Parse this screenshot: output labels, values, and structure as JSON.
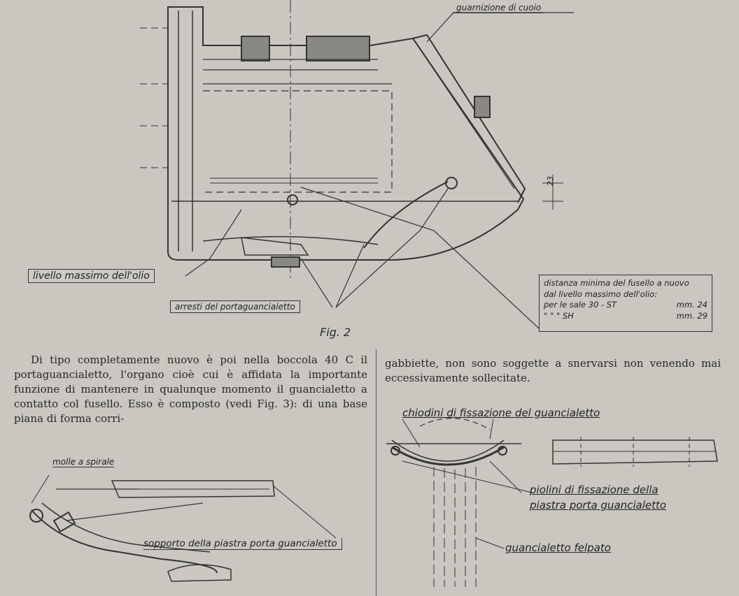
{
  "figure_caption": "Fig. 2",
  "labels": {
    "leather_gasket": "guarnizione di cuoio",
    "max_oil_level": "livello massimo dell'olio",
    "pad_holder_stops": "arresti del portaguancialetto",
    "dimension_23": "23",
    "spiral_springs": "molle a spirale",
    "plate_support": "sopporto della piastra porta guancialetto",
    "pad_fixing_rivets": "chiodini di fissazione del guancialetto",
    "plate_fixing_pins_line1": "piolini di fissazione della",
    "plate_fixing_pins_line2": "piastra porta guancialetto",
    "felt_pad": "guancialetto felpato"
  },
  "note_box": {
    "line1": "distanza minima del fusello a nuovo",
    "line2": "dal livello massimo dell'olio:",
    "row1_left": "per le sale 30 - ST",
    "row1_right": "mm. 24",
    "row2_left": "\"     \"     \"     SH",
    "row2_right": "mm. 29"
  },
  "text": {
    "left_column": "Di tipo completamente nuovo è poi nella boccola 40 C il portaguancialetto, l'organo cioè cui è affidata la importante funzione di mantenere in qualunque momento il guancialetto a contatto col fusello. Esso è composto (vedi Fig. 3): di una base piana di forma corri-",
    "right_column": "gabbiette, non sono soggette a snervarsi non venendo mai eccessivamente sollecitate."
  }
}
